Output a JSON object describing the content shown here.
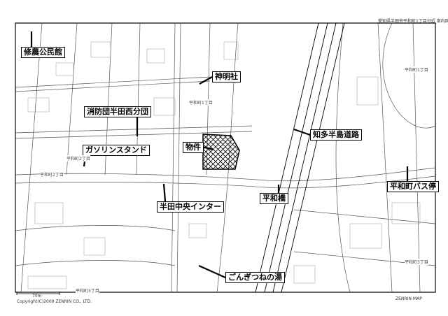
{
  "header": {
    "note": "愛知県半田市平和町1丁目付近 案内図"
  },
  "landmarks": [
    {
      "id": "community-hall",
      "label": "修農公民館"
    },
    {
      "id": "shrine",
      "label": "神明社"
    },
    {
      "id": "fire-brigade",
      "label": "消防団半田西分団"
    },
    {
      "id": "expressway",
      "label": "知多半島道路"
    },
    {
      "id": "property",
      "label": "物件"
    },
    {
      "id": "gas-station",
      "label": "ガソリンスタンド"
    },
    {
      "id": "bus-stop",
      "label": "平和町バス停"
    },
    {
      "id": "interchange",
      "label": "半田中央インター"
    },
    {
      "id": "bridge",
      "label": "平和橋"
    },
    {
      "id": "onsen",
      "label": "ごんぎつねの湯"
    }
  ],
  "districts": [
    "平和町1丁目",
    "平和町1丁目",
    "平和町2丁目",
    "平和町2丁目",
    "平和町3丁目",
    "平和町3丁目"
  ],
  "scale": {
    "label": "70m"
  },
  "footer": {
    "copyright": "Copyright(C)2009 ZENRIN CO., LTD.",
    "map_code": "ZENRIN-MAP"
  },
  "colors": {
    "line": "#000000",
    "background": "#ffffff"
  }
}
